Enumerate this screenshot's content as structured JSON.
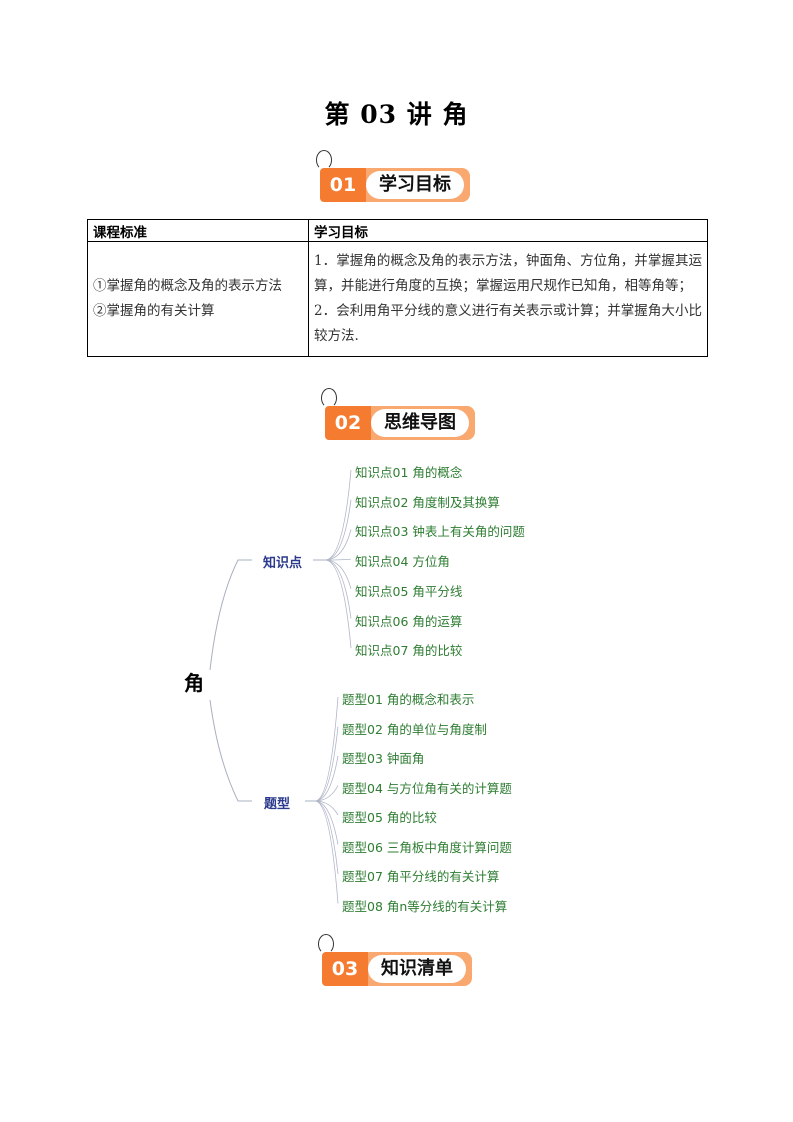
{
  "title": "第 03 讲  角",
  "sections": [
    {
      "num": "01",
      "label": "学习目标"
    },
    {
      "num": "02",
      "label": "思维导图"
    },
    {
      "num": "03",
      "label": "知识清单"
    }
  ],
  "table": {
    "headers": [
      "课程标准",
      "学习目标"
    ],
    "standards": [
      "①掌握角的概念及角的表示方法",
      "②掌握角的有关计算"
    ],
    "goals": [
      "1．掌握角的概念及角的表示方法，钟面角、方位角，并掌握其运算，并能进行角度的互换；掌握运用尺规作已知角，相等角等；",
      "2．会利用角平分线的意义进行有关表示或计算；并掌握角大小比较方法."
    ]
  },
  "mindmap": {
    "root": "角",
    "branches": [
      {
        "label": "知识点",
        "items": [
          "知识点01  角的概念",
          "知识点02  角度制及其换算",
          "知识点03  钟表上有关角的问题",
          "知识点04  方位角",
          "知识点05  角平分线",
          "知识点06  角的运算",
          "知识点07  角的比较"
        ]
      },
      {
        "label": "题型",
        "items": [
          "题型01  角的概念和表示",
          "题型02  角的单位与角度制",
          "题型03  钟面角",
          "题型04  与方位角有关的计算题",
          "题型05  角的比较",
          "题型06  三角板中角度计算问题",
          "题型07  角平分线的有关计算",
          "题型08  角n等分线的有关计算"
        ]
      }
    ]
  }
}
